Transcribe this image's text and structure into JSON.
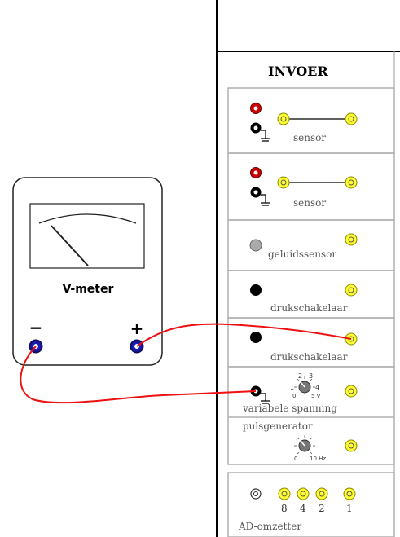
{
  "meter": {
    "title": "V-meter",
    "minus_label": "−",
    "plus_label": "+"
  },
  "panel": {
    "heading": "INVOER",
    "rows": [
      {
        "label": "sensor"
      },
      {
        "label": "sensor"
      },
      {
        "label": "geluidssensor"
      },
      {
        "label": "drukschakelaar"
      },
      {
        "label": "drukschakelaar"
      },
      {
        "label": "variabele spanning",
        "dial_numbers": [
          "2",
          "3",
          "1",
          "4",
          "0",
          "5 V"
        ]
      },
      {
        "label": "pulsgenerator",
        "dial_min": "0",
        "dial_max": "10 Hz"
      },
      {
        "label": "AD-omzetter",
        "bits": [
          "8",
          "4",
          "2",
          "1"
        ]
      }
    ]
  },
  "colors": {
    "wire": "#ee1111",
    "terminal": "#1a1aaa",
    "socket_yellow": "#ffff33",
    "socket_red": "#cc0000",
    "panel_border": "#b0b0b0",
    "frame": "#000000"
  }
}
